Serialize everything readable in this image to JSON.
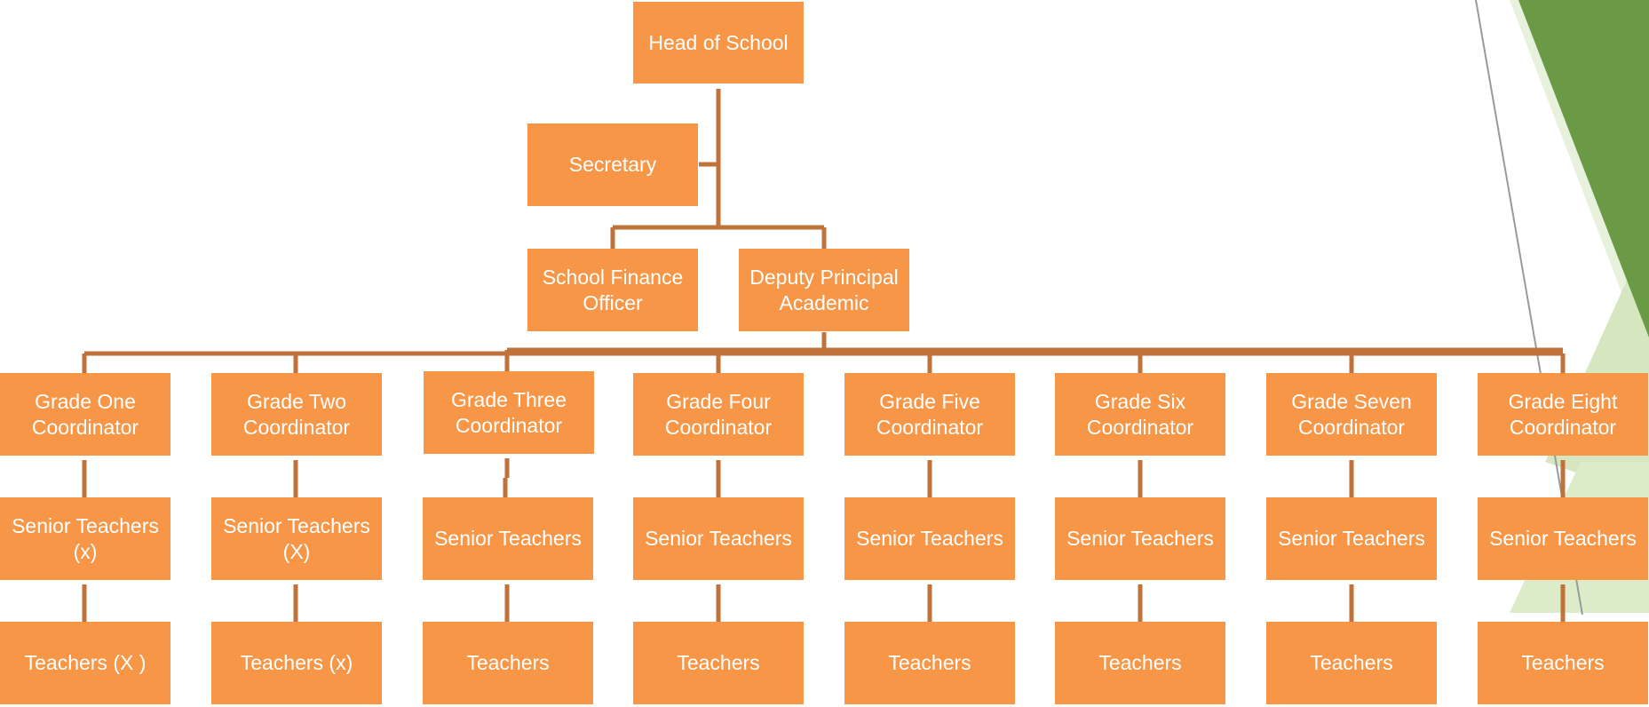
{
  "chart": {
    "head": "Head of School",
    "secretary": "Secretary",
    "finance": "School Finance\nOfficer",
    "deputy": "Deputy Principal\nAcademic",
    "grades": [
      {
        "coordinator": "Grade One\nCoordinator",
        "senior": "Senior Teachers\n(x)",
        "teachers": "Teachers (X )"
      },
      {
        "coordinator": "Grade Two\nCoordinator",
        "senior": "Senior Teachers\n(X)",
        "teachers": "Teachers (x)"
      },
      {
        "coordinator": "Grade Three\nCoordinator",
        "senior": "Senior Teachers",
        "teachers": "Teachers"
      },
      {
        "coordinator": "Grade Four\nCoordinator",
        "senior": "Senior Teachers",
        "teachers": "Teachers"
      },
      {
        "coordinator": "Grade Five\nCoordinator",
        "senior": "Senior Teachers",
        "teachers": "Teachers"
      },
      {
        "coordinator": "Grade Six\nCoordinator",
        "senior": "Senior Teachers",
        "teachers": "Teachers"
      },
      {
        "coordinator": "Grade Seven\nCoordinator",
        "senior": "Senior Teachers",
        "teachers": "Teachers"
      },
      {
        "coordinator": "Grade Eight\nCoordinator",
        "senior": "Senior Teachers",
        "teachers": "Teachers"
      }
    ]
  },
  "colors": {
    "box_fill": "#f79646",
    "box_text": "#ffffff",
    "connector": "#c0723a",
    "decor_dark_green": "#6b9a47",
    "decor_light_green": "#d6e7bf",
    "decor_pale_green": "#e8f1dc"
  }
}
